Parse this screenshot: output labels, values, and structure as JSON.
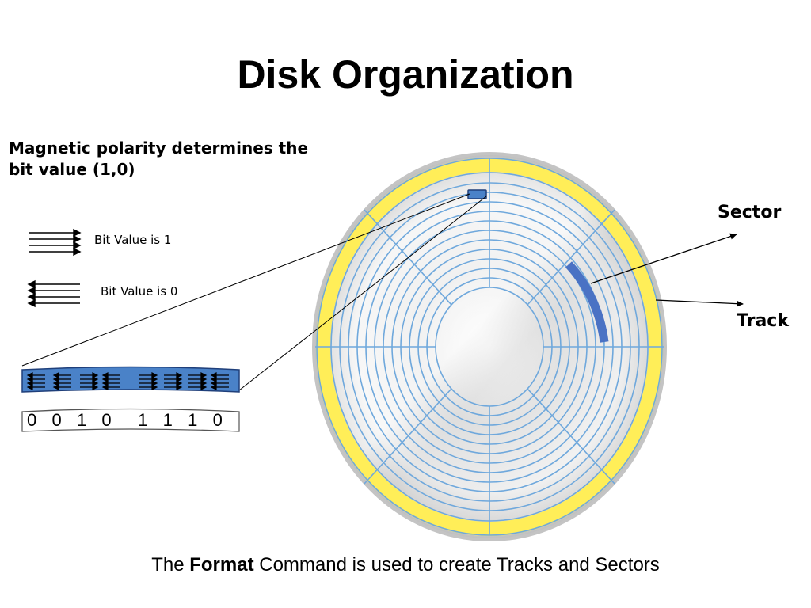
{
  "title": "Disk Organization",
  "subtitle": "Magnetic polarity determines the bit value (1,0)",
  "bit_one_label": "Bit Value is 1",
  "bit_zero_label": "Bit Value is 0",
  "bit_sequence": [
    "0",
    "0",
    "1",
    "0",
    "1",
    "1",
    "1",
    "0"
  ],
  "label_sector": "Sector",
  "label_track": "Track",
  "footer": {
    "prefix": "The ",
    "bold": "Format",
    "suffix": " Command is used to create Tracks and Sectors"
  },
  "colors": {
    "outer_band": "#ffee58",
    "track_lines": "#6fa8dc",
    "highlight": "#4a72c4",
    "platter_edge": "#c9c9c9"
  }
}
